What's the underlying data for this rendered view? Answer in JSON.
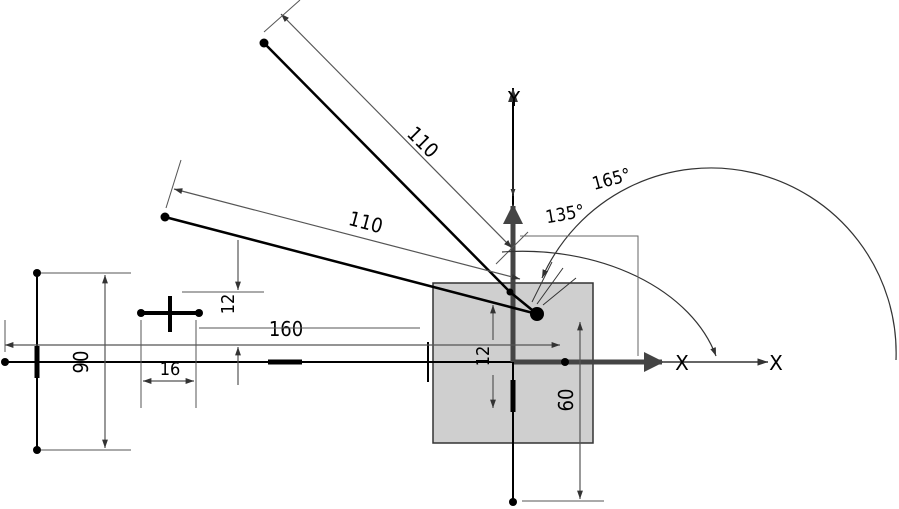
{
  "diagram": {
    "axes": {
      "x_label": "X",
      "x_label_secondary": "X",
      "y_label": "Y"
    },
    "dimensions": {
      "line_upper_length": "110",
      "line_lower_length": "110",
      "angle_outer": "165°",
      "angle_inner": "135°",
      "horizontal_offset": "160",
      "vertical_offset_left": "12",
      "vertical_offset_box": "12",
      "total_height_left": "90",
      "box_height": "60",
      "small_width": "16"
    },
    "colors": {
      "line": "#000000",
      "dimension_line": "#555555",
      "plate_fill": "#cfcfcf",
      "axis_arrow": "#444444"
    }
  }
}
